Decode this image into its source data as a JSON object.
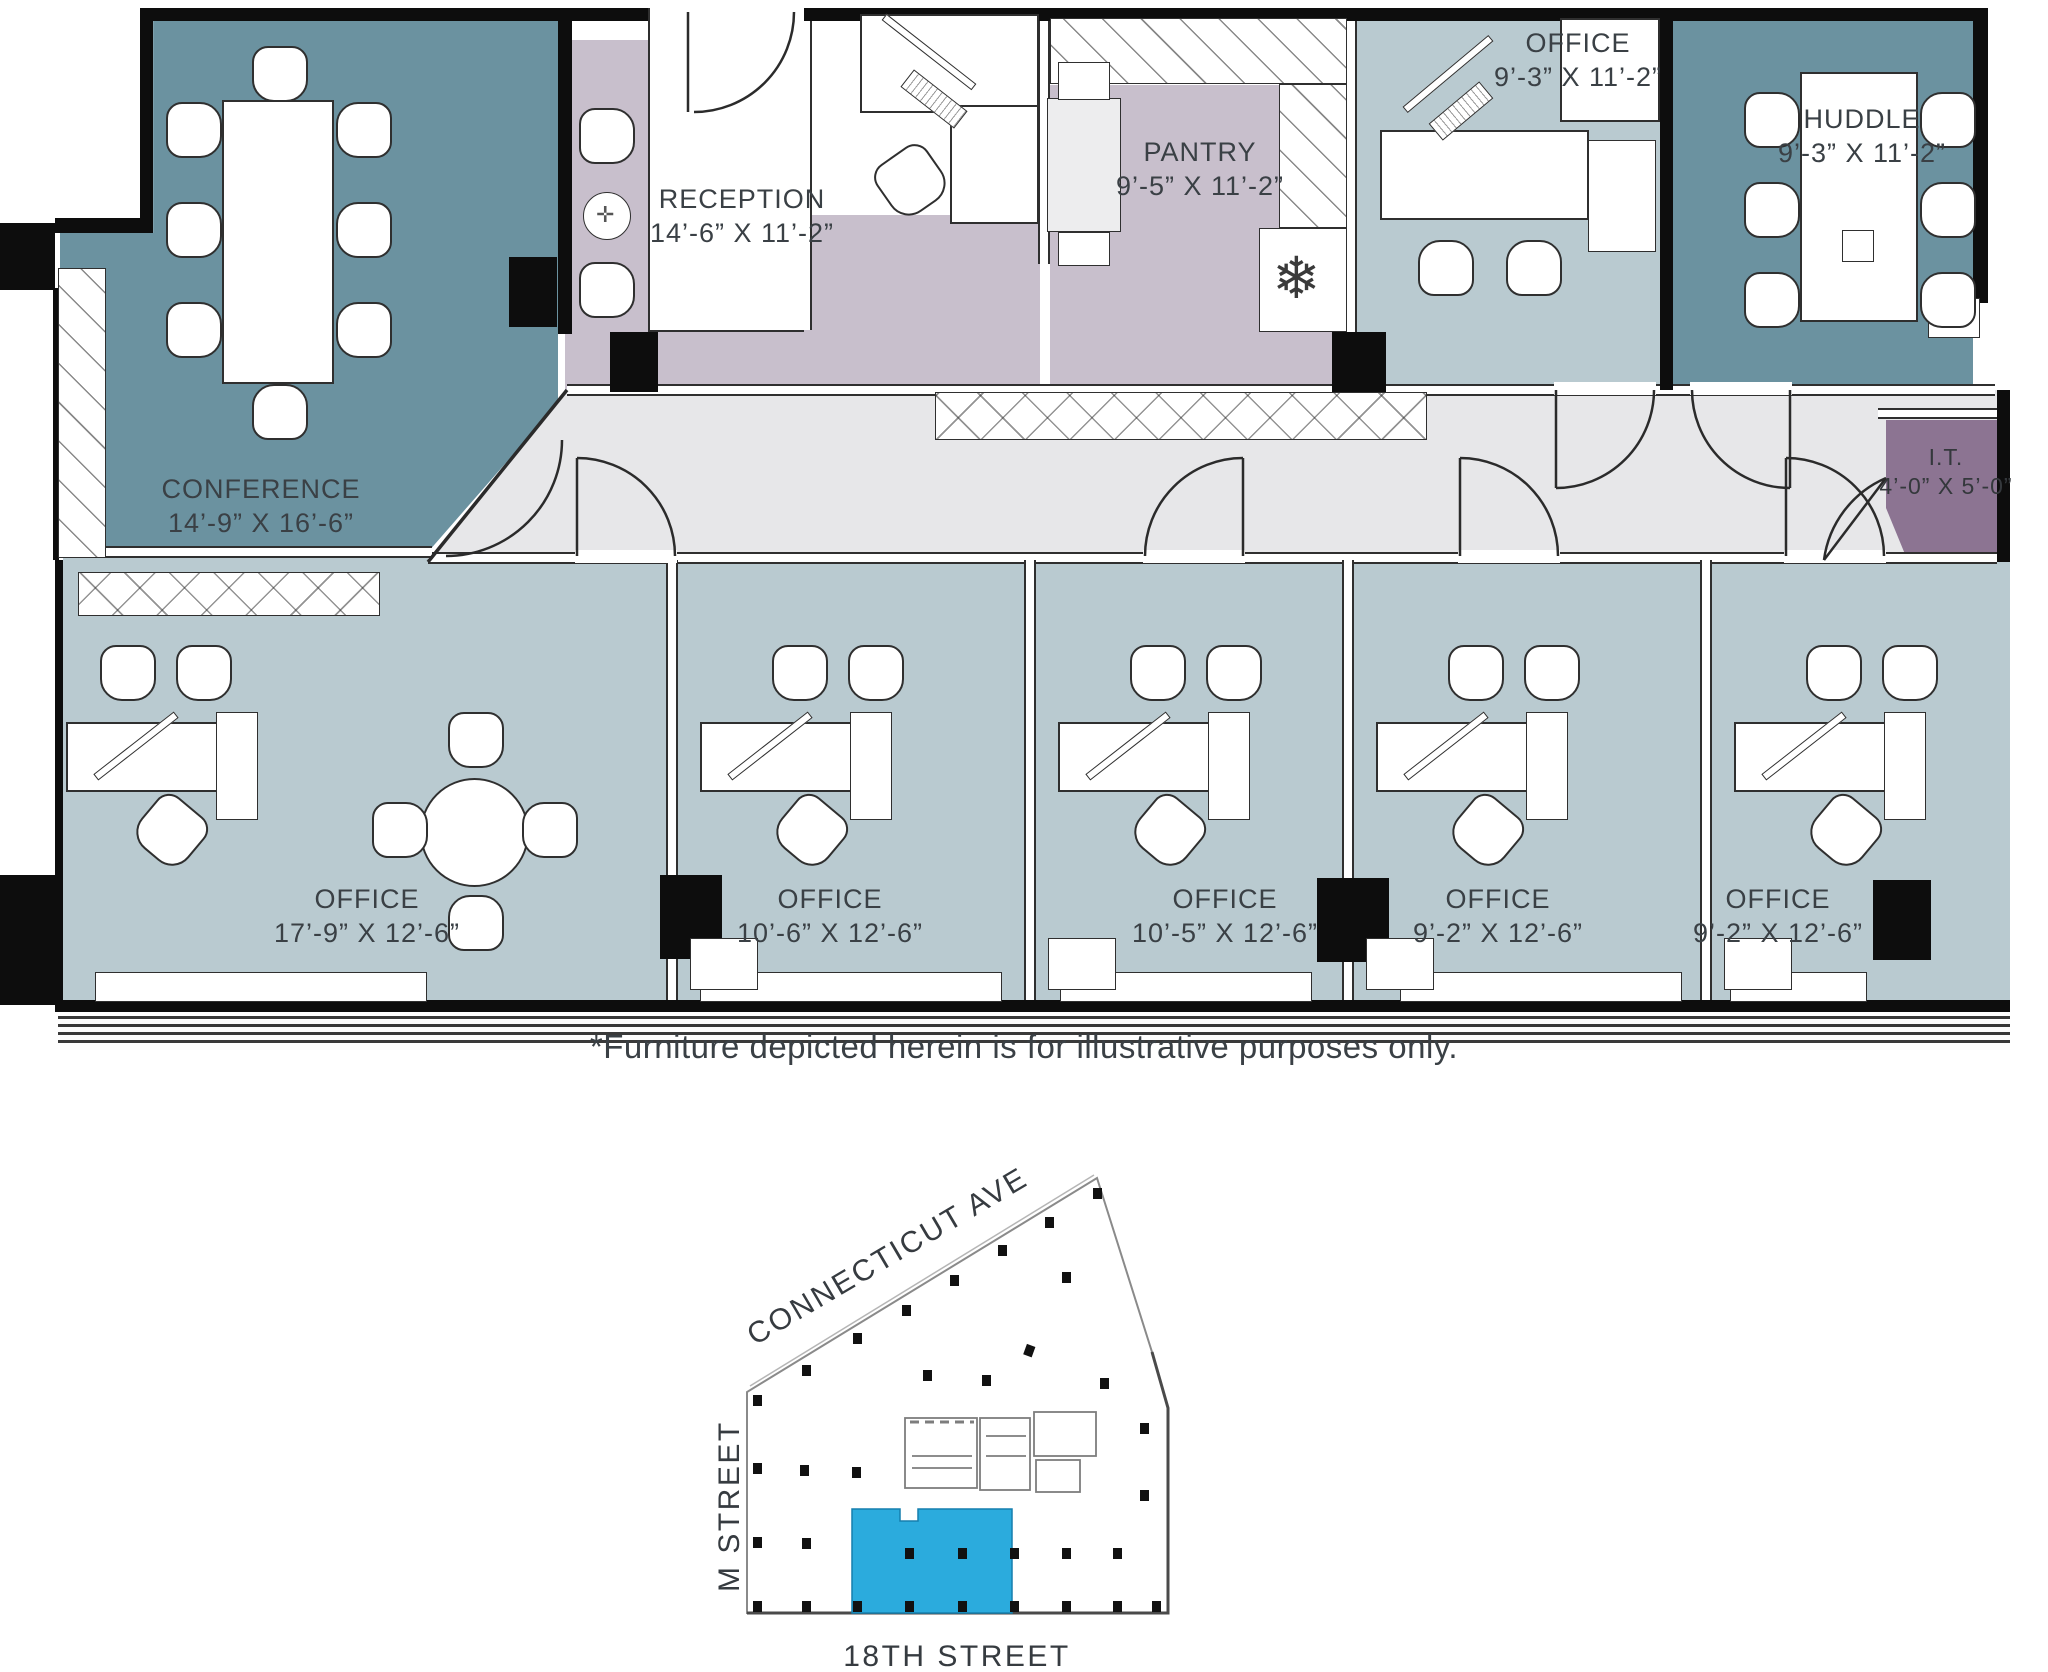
{
  "floorplan": {
    "rooms": {
      "conference": {
        "name": "CONFERENCE",
        "dims": "14’-9” X 16’-6”"
      },
      "reception": {
        "name": "RECEPTION",
        "dims": "14’-6” X 11’-2”"
      },
      "pantry": {
        "name": "PANTRY",
        "dims": "9’-5” X 11’-2”"
      },
      "office_top": {
        "name": "OFFICE",
        "dims": "9’-3” X 11’-2”"
      },
      "huddle": {
        "name": "HUDDLE",
        "dims": "9’-3” X 11’-2”"
      },
      "it_room": {
        "name": "I.T.",
        "dims": "4’-0” X 5’-0”"
      },
      "office_1": {
        "name": "OFFICE",
        "dims": "17’-9” X 12’-6”"
      },
      "office_2": {
        "name": "OFFICE",
        "dims": "10’-6” X 12’-6”"
      },
      "office_3": {
        "name": "OFFICE",
        "dims": "10’-5” X 12’-6”"
      },
      "office_4": {
        "name": "OFFICE",
        "dims": "9’-2” X 12’-6”"
      },
      "office_5": {
        "name": "OFFICE",
        "dims": "9’-2” X 12’-6”"
      }
    },
    "footnote": "*Furniture depicted herein is for illustrative purposes only.",
    "colors": {
      "conference_huddle": "#6b92a0",
      "reception_pantry": "#c8bfcc",
      "offices": "#b9cad0",
      "corridor": "#e7e7e9",
      "it_room": "#8c7492",
      "walls": "#0d0d0d",
      "keyplan_highlight": "#2babdd"
    }
  },
  "keyplan": {
    "streets": {
      "diagonal": "CONNECTICUT AVE",
      "left": "M STREET",
      "bottom": "18TH STREET"
    }
  },
  "icons": {
    "fridge_glyph": "❄",
    "sidetable_glyph": "✛"
  }
}
